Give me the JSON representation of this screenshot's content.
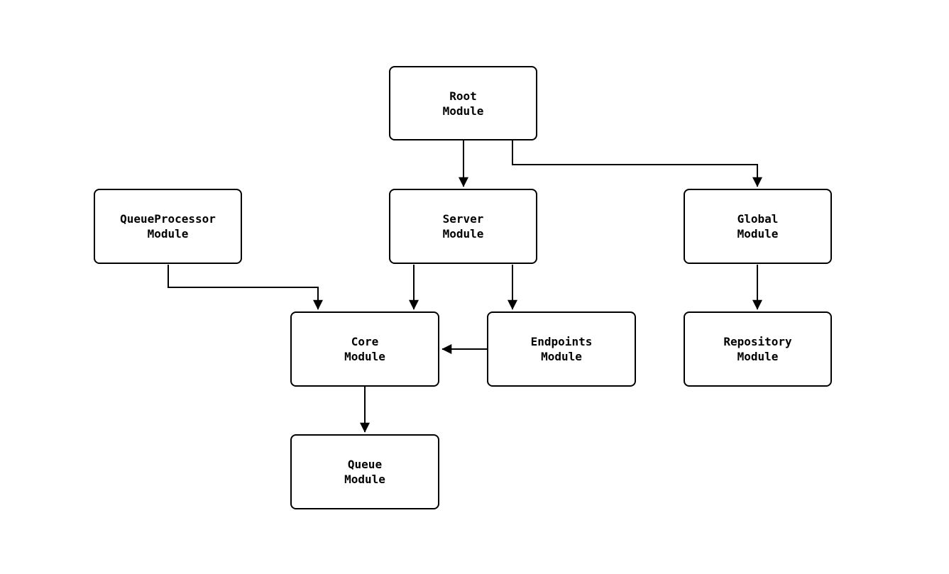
{
  "diagram": {
    "type": "module-dependency-graph",
    "background_color": "#ffffff",
    "node_border_color": "#000000",
    "node_fill_color": "#ffffff",
    "edge_color": "#000000",
    "nodes": [
      {
        "id": "root",
        "label": "Root\nModule"
      },
      {
        "id": "queueprocessor",
        "label": "QueueProcessor\nModule"
      },
      {
        "id": "server",
        "label": "Server\nModule"
      },
      {
        "id": "global",
        "label": "Global\nModule"
      },
      {
        "id": "core",
        "label": "Core\nModule"
      },
      {
        "id": "endpoints",
        "label": "Endpoints\nModule"
      },
      {
        "id": "repository",
        "label": "Repository\nModule"
      },
      {
        "id": "queue",
        "label": "Queue\nModule"
      }
    ],
    "edges": [
      {
        "from": "Root Module",
        "to": "Server Module"
      },
      {
        "from": "Root Module",
        "to": "Global Module"
      },
      {
        "from": "QueueProcessor Module",
        "to": "Core Module"
      },
      {
        "from": "Server Module",
        "to": "Core Module"
      },
      {
        "from": "Server Module",
        "to": "Endpoints Module"
      },
      {
        "from": "Endpoints Module",
        "to": "Core Module"
      },
      {
        "from": "Global Module",
        "to": "Repository Module"
      },
      {
        "from": "Core Module",
        "to": "Queue Module"
      }
    ]
  }
}
